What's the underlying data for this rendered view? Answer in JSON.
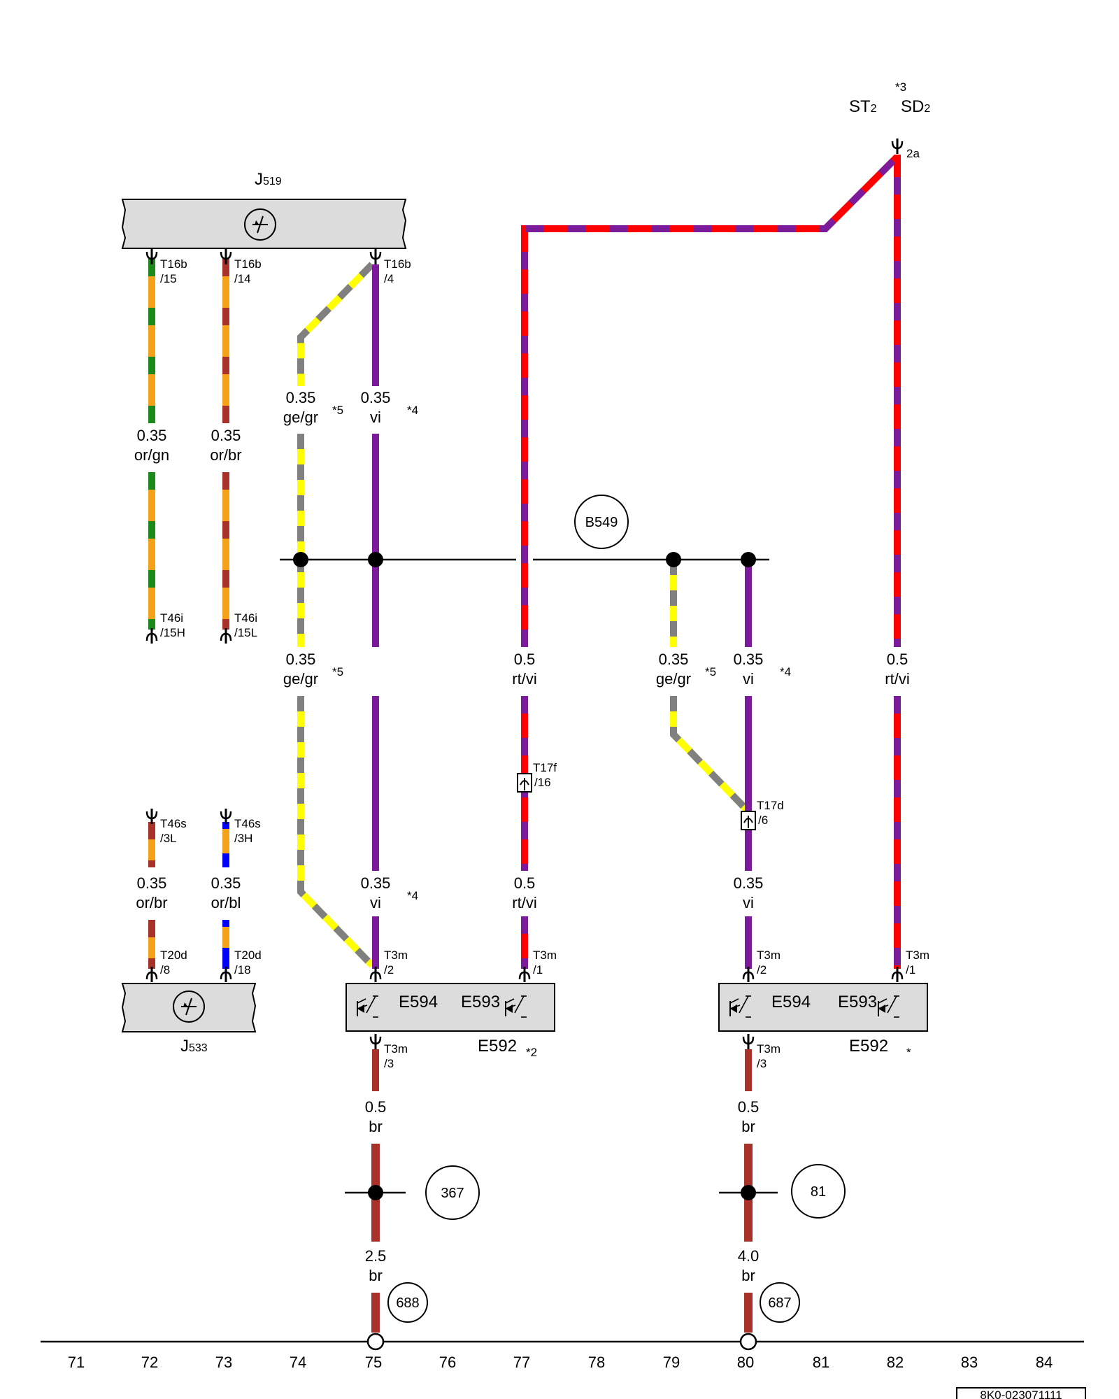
{
  "components": {
    "j519": "J",
    "j519_sub": "519",
    "j533": "J",
    "j533_sub": "533",
    "st2": "ST",
    "st2_sub": "2",
    "sd2": "SD",
    "sd2_sub": "2",
    "note_top": "*3",
    "pin_2a": "2a",
    "e594_a": "E594",
    "e593_a": "E593",
    "e592_a": "E592",
    "e592_a_note": "*2",
    "e594_b": "E594",
    "e593_b": "E593",
    "e592_b": "E592",
    "e592_b_note": "*"
  },
  "connectors": {
    "t16b_15": [
      "T16b",
      "/15"
    ],
    "t16b_14": [
      "T16b",
      "/14"
    ],
    "t16b_4": [
      "T16b",
      "/4"
    ],
    "t46i_15h": [
      "T46i",
      "/15H"
    ],
    "t46i_15l": [
      "T46i",
      "/15L"
    ],
    "t46s_3l": [
      "T46s",
      "/3L"
    ],
    "t46s_3h": [
      "T46s",
      "/3H"
    ],
    "t20d_8": [
      "T20d",
      "/8"
    ],
    "t20d_18": [
      "T20d",
      "/18"
    ],
    "t17f_16": [
      "T17f",
      "/16"
    ],
    "t17d_6": [
      "T17d",
      "/6"
    ],
    "t3m_2_a": [
      "T3m",
      "/2"
    ],
    "t3m_1_a": [
      "T3m",
      "/1"
    ],
    "t3m_3_a": [
      "T3m",
      "/3"
    ],
    "t3m_2_b": [
      "T3m",
      "/2"
    ],
    "t3m_1_b": [
      "T3m",
      "/1"
    ],
    "t3m_3_b": [
      "T3m",
      "/3"
    ]
  },
  "wires": {
    "w1": [
      "0.35",
      "or/gn"
    ],
    "w2": [
      "0.35",
      "or/br"
    ],
    "w3": [
      "0.35",
      "ge/gr",
      "*5"
    ],
    "w4": [
      "0.35",
      "vi",
      "*4"
    ],
    "w5": [
      "0.35",
      "ge/gr",
      "*5"
    ],
    "w6": [
      "0.5",
      "rt/vi"
    ],
    "w7": [
      "0.35",
      "ge/gr",
      "*5"
    ],
    "w8": [
      "0.35",
      "vi",
      "*4"
    ],
    "w9": [
      "0.5",
      "rt/vi"
    ],
    "w10": [
      "0.35",
      "or/br"
    ],
    "w11": [
      "0.35",
      "or/bl"
    ],
    "w12": [
      "0.35",
      "vi",
      "*4"
    ],
    "w13": [
      "0.5",
      "rt/vi"
    ],
    "w14": [
      "0.35",
      "vi"
    ],
    "w15": [
      "0.5",
      "br"
    ],
    "w16": [
      "2.5",
      "br"
    ],
    "w17": [
      "0.5",
      "br"
    ],
    "w18": [
      "4.0",
      "br"
    ]
  },
  "references": {
    "b549": "B549",
    "r367": "367",
    "r81": "81",
    "r688": "688",
    "r687": "687"
  },
  "columns": [
    "71",
    "72",
    "73",
    "74",
    "75",
    "76",
    "77",
    "78",
    "79",
    "80",
    "81",
    "82",
    "83",
    "84"
  ],
  "doc_code": "8K0-023071111",
  "colors": {
    "or": "#f5a21b",
    "gn": "#1b8a1b",
    "br": "#a8322a",
    "ge": "#ffff00",
    "gr": "#808080",
    "vi": "#7b1b9c",
    "rt": "#ff0000",
    "bl": "#0000ff",
    "box": "#dcdcdc"
  }
}
